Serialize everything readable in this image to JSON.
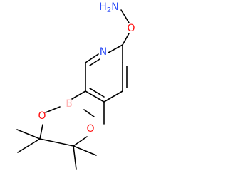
{
  "structure": {
    "atoms": {
      "amine": {
        "main": "H",
        "subscript": "2",
        "tail": "N",
        "color": "#3050F8"
      },
      "ether_oxygen": {
        "text": "O",
        "color": "#FF0D0D"
      },
      "pyridine_nitrogen": {
        "text": "N",
        "color": "#3050F8"
      },
      "boron": {
        "text": "B",
        "color": "#FFB5B5"
      },
      "ring_oxygen_1": {
        "text": "O",
        "color": "#FF0D0D"
      },
      "ring_oxygen_2": {
        "text": "O",
        "color": "#FF0D0D"
      }
    },
    "bond_color": "#000000"
  }
}
